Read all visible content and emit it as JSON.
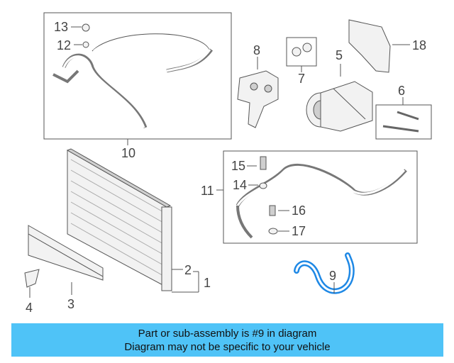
{
  "callouts": {
    "c1": "1",
    "c2": "2",
    "c3": "3",
    "c4": "4",
    "c5": "5",
    "c6": "6",
    "c7": "7",
    "c8": "8",
    "c9": "9",
    "c10": "10",
    "c11": "11",
    "c12": "12",
    "c13": "13",
    "c14": "14",
    "c15": "15",
    "c16": "16",
    "c17": "17",
    "c18": "18"
  },
  "colors": {
    "highlight_part": "#1e88e5",
    "banner": "#4fc3f7"
  },
  "banner": {
    "line1": "Part or sub-assembly is #9 in diagram",
    "line2": "Diagram may not be specific to your vehicle"
  }
}
